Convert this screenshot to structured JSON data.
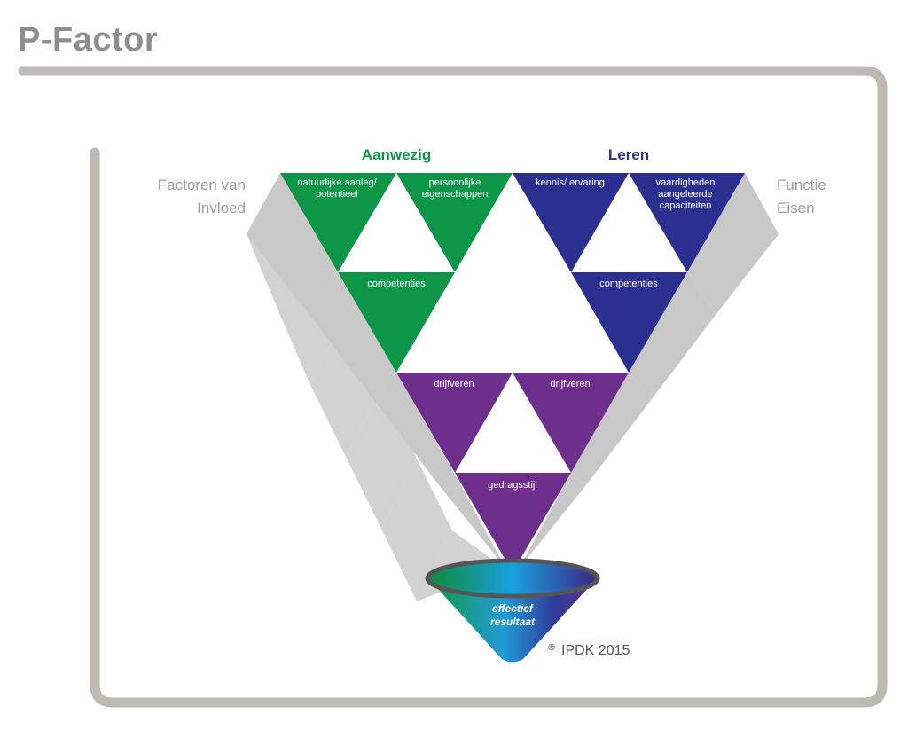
{
  "title": "P-Factor",
  "headers": {
    "left": "Aanwezig",
    "right": "Leren"
  },
  "side_labels": {
    "left": [
      "Factoren van",
      "Invloed"
    ],
    "right": [
      "Functie",
      "Eisen"
    ]
  },
  "green_group": {
    "left": [
      "natuurlijke aanleg/",
      "potentieel"
    ],
    "right": [
      "persoonlijke",
      "eigenschappen"
    ],
    "bottom": "competenties"
  },
  "blue_group": {
    "left": "kennis/ ervaring",
    "right": [
      "vaardigheden",
      "aangeleerde",
      "capaciteiten"
    ],
    "bottom": "competenties"
  },
  "purple_group": {
    "left": "drijfveren",
    "right": "drijfveren",
    "bottom": "gedragsstijl"
  },
  "funnel": {
    "lines": [
      "effectief",
      "resultaat"
    ]
  },
  "copyright": {
    "mark": "®",
    "text": "IPDK 2015"
  },
  "colors": {
    "green": "#0e9648",
    "blue": "#2b2f8f",
    "purple": "#6e2e8c",
    "frame": "#bdb9b3",
    "side_panel": "#cfcfcf",
    "side_text": "#9b9b9b",
    "title": "#8e8e8e"
  }
}
